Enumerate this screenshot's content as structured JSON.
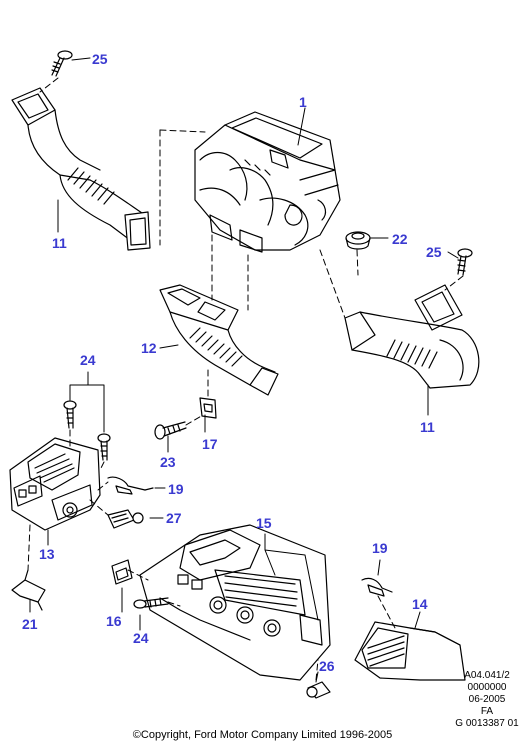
{
  "callouts": {
    "c1": "1",
    "c11a": "11",
    "c11b": "11",
    "c12": "12",
    "c13": "13",
    "c14": "14",
    "c15": "15",
    "c16": "16",
    "c17": "17",
    "c19a": "19",
    "c19b": "19",
    "c21": "21",
    "c22": "22",
    "c23": "23",
    "c24a": "24",
    "c24b": "24",
    "c25a": "25",
    "c25b": "25",
    "c26": "26",
    "c27": "27"
  },
  "reference": {
    "line1": "A04.041/2",
    "line2": "0000000",
    "line3": "06-2005",
    "line4": "FA",
    "line5": "G 0013387 01"
  },
  "copyright": "©Copyright, Ford Motor Company Limited 1996-2005",
  "colors": {
    "callout": "#3a3ad0",
    "line": "#000000"
  }
}
